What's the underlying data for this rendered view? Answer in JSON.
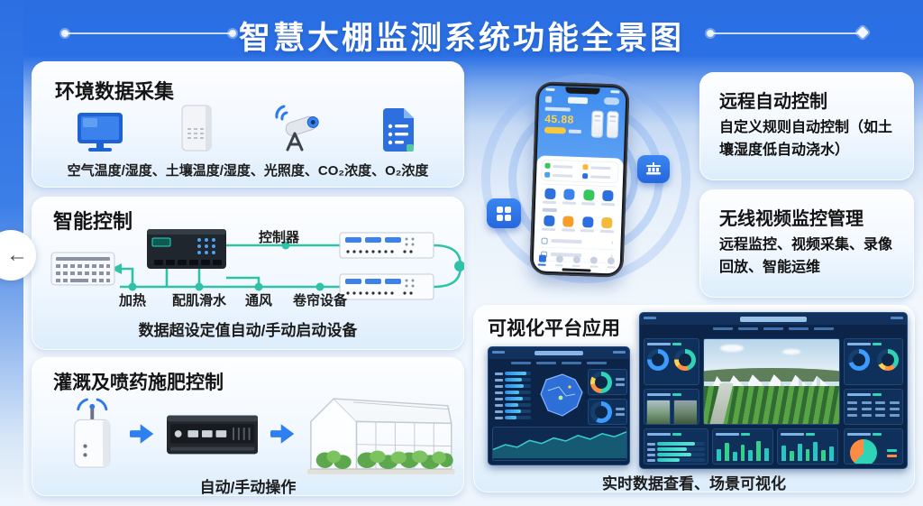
{
  "page": {
    "title": "智慧大棚监测系统功能全景图"
  },
  "nav": {
    "back_arrow": "←"
  },
  "cards": {
    "env": {
      "title": "环境数据采集",
      "caption": "空气温度/湿度、土壤温度/湿度、光照度、CO₂浓度、O₂浓度"
    },
    "control": {
      "title": "智能控制",
      "controller_label": "控制器",
      "device_labels": [
        "加热",
        "配肌滑水",
        "通风",
        "卷帘设备"
      ],
      "caption": "数据超设定值自动/手动启动设备"
    },
    "irrigation": {
      "title": "灌溉及喷药施肥控制",
      "caption": "自动/手动操作"
    },
    "remote": {
      "title": "远程自动控制",
      "body": "自定义规则自动控制（如土壤湿度低自动浇水）"
    },
    "video": {
      "title": "无线视频监控管理",
      "body": "远程监控、视频采集、录像回放、智能运维"
    },
    "viz": {
      "title": "可视化平台应用",
      "caption": "实时数据查看、场景可视化"
    }
  },
  "phone": {
    "hero_value": "45.88"
  },
  "colors": {
    "banner_blue": "#2b6fe3",
    "accent_blue": "#2e79ec",
    "connector_teal": "#2fc2a7",
    "dashboard_navy": "#0b2447",
    "chart_teal": "#29c6c0",
    "chart_green": "#35d08c",
    "chart_orange": "#ff8c42",
    "hero_yellow": "#ffd34d"
  },
  "dashboards": {
    "left": {
      "list_bars": [
        82,
        64,
        74,
        56,
        68,
        50,
        62,
        44
      ],
      "gauges": [
        72,
        58
      ],
      "wave": [
        28,
        44,
        36,
        58,
        48,
        66,
        56,
        74,
        62,
        80,
        70,
        86
      ]
    },
    "right": {
      "gauges_top_left": [
        76,
        64
      ],
      "gauges_top_right": [
        70,
        55
      ],
      "progress": [
        80,
        62,
        72,
        48
      ],
      "bars_a": [
        55,
        85,
        40,
        75,
        50,
        90,
        60
      ],
      "bars_b": [
        70,
        45,
        80,
        55,
        88,
        50,
        65
      ],
      "pie": [
        62,
        38
      ]
    }
  }
}
